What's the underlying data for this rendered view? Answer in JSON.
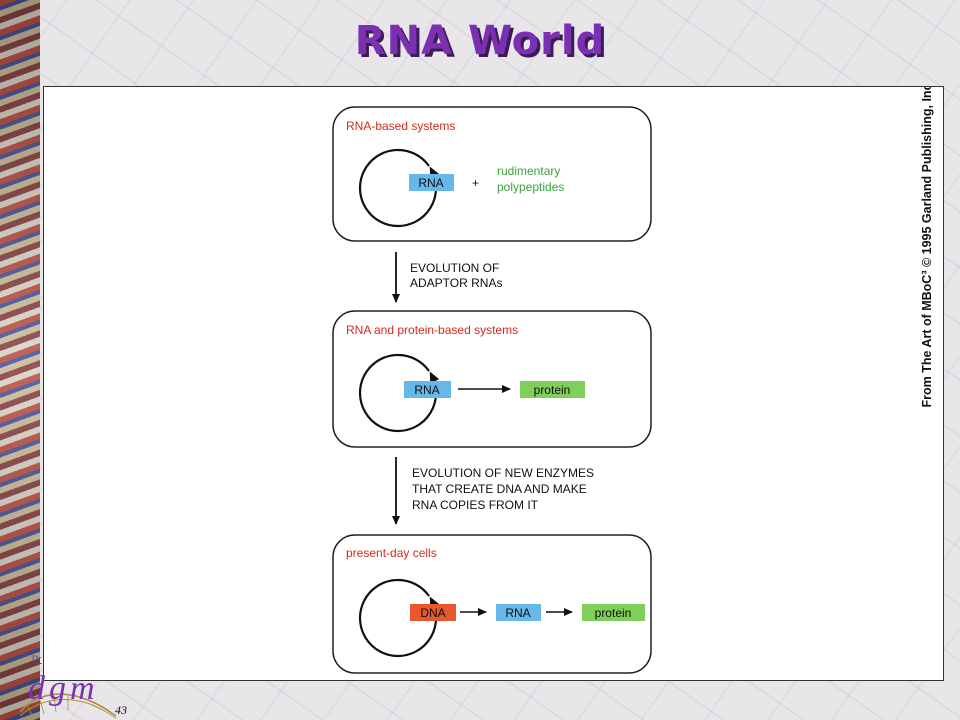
{
  "slide": {
    "title": "RNA World",
    "page_number": "43",
    "logo_text": "dgm",
    "corner_link": "Dr"
  },
  "figure": {
    "credit": "From The Art of MBoC³ © 1995 Garland Publishing, Inc.",
    "stages": [
      {
        "heading": "RNA-based systems",
        "molecule": "RNA",
        "plus": "+",
        "other_line1": "rudimentary",
        "other_line2": "polypeptides"
      },
      {
        "heading": "RNA and protein-based systems",
        "molecule": "RNA",
        "product": "protein"
      },
      {
        "heading": "present-day cells",
        "dna": "DNA",
        "molecule": "RNA",
        "product": "protein"
      }
    ],
    "transitions": [
      {
        "line1": "EVOLUTION OF",
        "line2": "ADAPTOR RNAs"
      },
      {
        "line1": "EVOLUTION OF NEW ENZYMES",
        "line2": "THAT CREATE DNA AND MAKE",
        "line3": "RNA COPIES FROM IT"
      }
    ],
    "colors": {
      "heading_red": "#d42a1f",
      "green_text": "#3aa33a",
      "rna_box": "#66b8e8",
      "protein_box": "#7fcf5a",
      "dna_box": "#e8582c"
    }
  }
}
